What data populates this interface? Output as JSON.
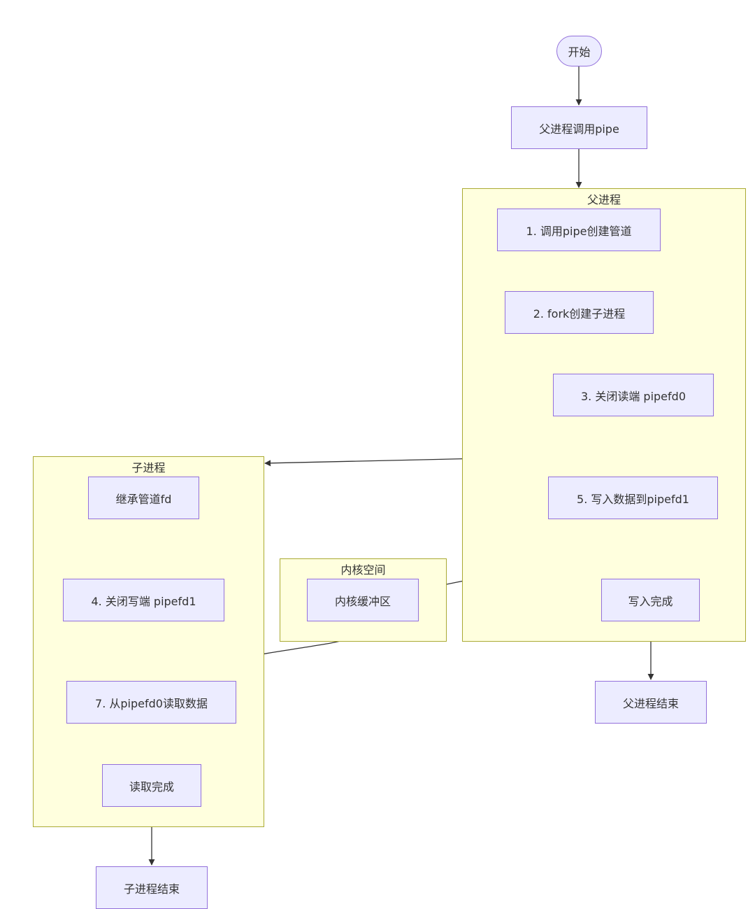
{
  "colors": {
    "node_fill": "#ececff",
    "node_border": "#9370db",
    "cluster_fill": "#ffffde",
    "cluster_border": "#aaaa33",
    "edge": "#333333",
    "text": "#333333"
  },
  "clusters": {
    "parent": "父进程",
    "child": "子进程",
    "kernel": "内核空间"
  },
  "nodes": {
    "start": "开始",
    "parent_call_pipe": "父进程调用pipe",
    "p1": "1. 调用pipe创建管道",
    "p2": "2. fork创建子进程",
    "p3": "3. 关闭读端 pipefd0",
    "p5": "5. 写入数据到pipefd1",
    "write_done": "写入完成",
    "parent_end": "父进程结束",
    "c_inherit": "继承管道fd",
    "c4": "4. 关闭写端 pipefd1",
    "c7": "7. 从pipefd0读取数据",
    "read_done": "读取完成",
    "child_end": "子进程结束",
    "kbuf": "内核缓冲区"
  }
}
